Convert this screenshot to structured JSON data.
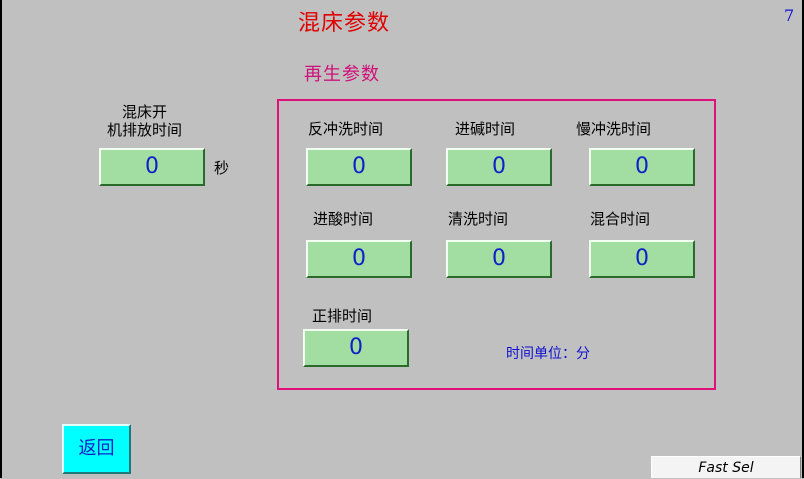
{
  "header": {
    "title": "混床参数",
    "page_number": "7"
  },
  "section": {
    "subtitle": "再生参数"
  },
  "left": {
    "label_line1": "混床开",
    "label_line2": "机排放时间",
    "value": "0",
    "unit": "秒"
  },
  "params": [
    {
      "label": "反冲洗时间",
      "value": "0"
    },
    {
      "label": "进碱时间",
      "value": "0"
    },
    {
      "label": "慢冲洗时间",
      "value": "0"
    },
    {
      "label": "进酸时间",
      "value": "0"
    },
    {
      "label": "清洗时间",
      "value": "0"
    },
    {
      "label": "混合时间",
      "value": "0"
    },
    {
      "label": "正排时间",
      "value": "0"
    }
  ],
  "unit_note": "时间单位：分",
  "buttons": {
    "back": "返回",
    "fast_sel": "Fast Sel"
  },
  "colors": {
    "background": "#c0c0c0",
    "title": "#e00000",
    "subtitle": "#d0107a",
    "field": "#a2dea2",
    "value_text": "#1020c8",
    "back_button": "#00ffff"
  }
}
